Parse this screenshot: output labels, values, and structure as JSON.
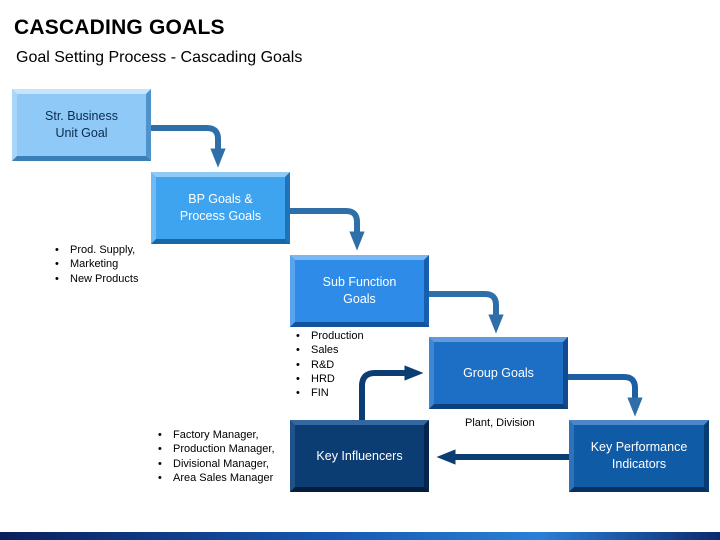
{
  "header": {
    "title": "CASCADING GOALS",
    "subtitle": "Goal Setting Process - Cascading Goals"
  },
  "boxes": {
    "str_business": "Str. Business\nUnit Goal",
    "bp_goals": "BP Goals &\nProcess Goals",
    "sub_function": "Sub Function\nGoals",
    "group_goals": "Group Goals",
    "kpi": "Key Performance\nIndicators",
    "key_influencers": "Key Influencers"
  },
  "lists": {
    "bp_items": [
      "Prod. Supply,",
      "Marketing",
      "New Products"
    ],
    "sub_function_items": [
      "Production",
      "Sales",
      "R&D",
      "HRD",
      "FIN"
    ],
    "influencer_items": [
      "Factory Manager,",
      "Production Manager,",
      "Divisional Manager,",
      "Area Sales Manager"
    ]
  },
  "notes": {
    "group_goals_note": "Plant, Division"
  },
  "colors": {
    "arrow_light": "#2f6fa9",
    "arrow_dark": "#0b3d72",
    "box_1": "#8ec9f7",
    "box_2": "#3fa4f0",
    "box_3": "#2f8be8",
    "box_4": "#1c6fc4",
    "box_5": "#0f5ba5",
    "box_6": "#0b3d72"
  }
}
